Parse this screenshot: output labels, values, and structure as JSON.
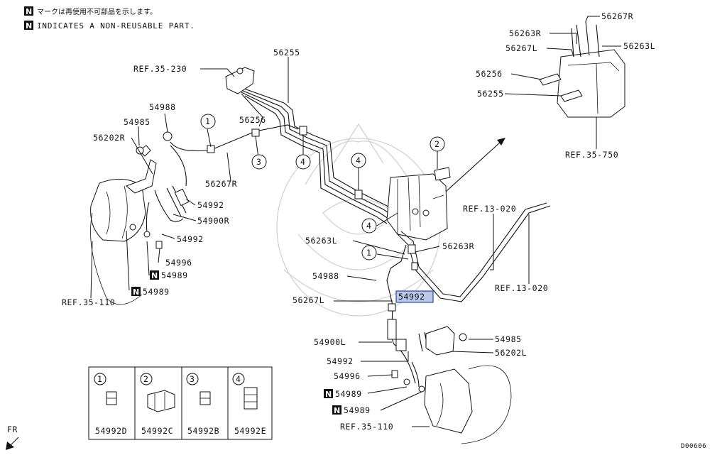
{
  "header": {
    "jp_note": "マークは再使用不可部品を示します。",
    "en_note": "INDICATES A NON-REUSABLE PART.",
    "badge": "N"
  },
  "diagram_id": "D00606",
  "fr_label": "FR",
  "highlighted_part": "54992",
  "labels": {
    "ref_35_230": "REF.35-230",
    "p56255_top": "56255",
    "p56256_mid": "56256",
    "p54988_top": "54988",
    "p54985_left": "54985",
    "p56202R": "56202R",
    "p56267R": "56267R",
    "p54992_a": "54992",
    "p54900R": "54900R",
    "p54992_b": "54992",
    "p54996_left": "54996",
    "p54989_left1": "54989",
    "p54989_left2": "54989",
    "ref_35_110_left": "REF.35-110",
    "p56263L": "56263L",
    "p56263R": "56263R",
    "p54988_mid": "54988",
    "p56267L": "56267L",
    "p54992_hl": "54992",
    "p54900L": "54900L",
    "p54992_c": "54992",
    "p54996_right": "54996",
    "p54989_right1": "54989",
    "p54989_right2": "54989",
    "ref_35_110_right": "REF.35-110",
    "p54985_right": "54985",
    "p56202L": "56202L",
    "ref_13_020_a": "REF.13-020",
    "ref_13_020_b": "REF.13-020",
    "p56267R_top": "56267R",
    "p56263R_top": "56263R",
    "p56267L_top": "56267L",
    "p56263L_top": "56263L",
    "p56256_top": "56256",
    "p56255_right": "56255",
    "ref_35_750": "REF.35-750"
  },
  "callouts": [
    "1",
    "2",
    "3",
    "4"
  ],
  "legend": [
    {
      "num": "1",
      "part": "54992D"
    },
    {
      "num": "2",
      "part": "54992C"
    },
    {
      "num": "3",
      "part": "54992B"
    },
    {
      "num": "4",
      "part": "54992E"
    }
  ]
}
